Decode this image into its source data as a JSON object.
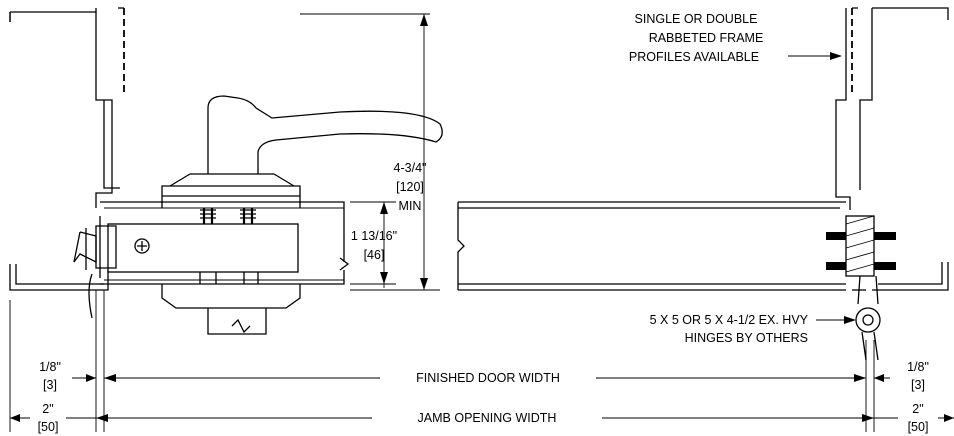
{
  "callouts": {
    "frame_profiles": [
      "SINGLE OR DOUBLE",
      "RABBETED FRAME",
      "PROFILES AVAILABLE"
    ],
    "hinges": [
      "5 X 5 OR 5 X 4-1/2 EX. HVY",
      "HINGES BY OTHERS"
    ]
  },
  "dimensions": {
    "lever_clearance": [
      "4-3/4\"",
      "[120]",
      "MIN"
    ],
    "door_thickness": [
      "1 13/16\"",
      "[46]"
    ],
    "left_gap": [
      "1/8\"",
      "[3]"
    ],
    "right_gap": [
      "1/8\"",
      "[3]"
    ],
    "left_stop": [
      "2\"",
      "[50]"
    ],
    "right_stop": [
      "2\"",
      "[50]"
    ],
    "finished_door_width": "FINISHED DOOR WIDTH",
    "jamb_opening_width": "JAMB OPENING WIDTH"
  }
}
